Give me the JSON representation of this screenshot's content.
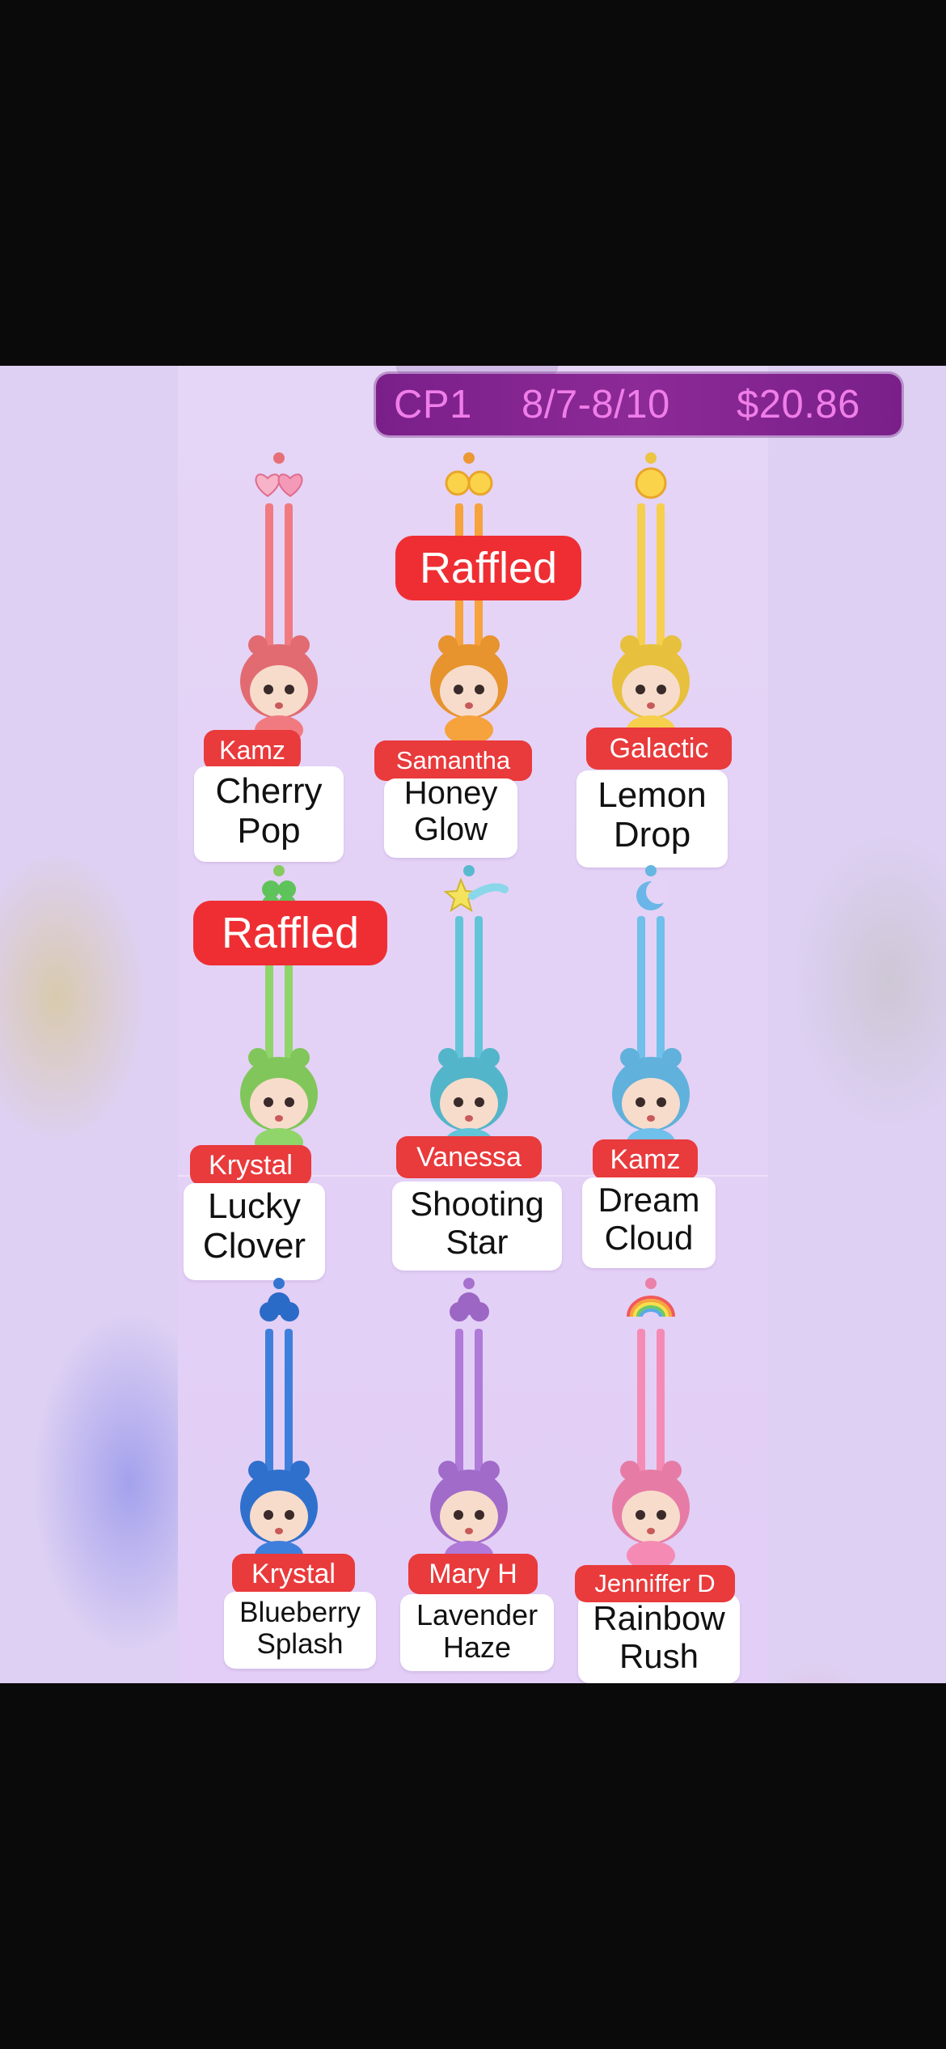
{
  "header": {
    "code": "CP1",
    "dates": "8/7-8/10",
    "price": "$20.86"
  },
  "stamp": "Raffled",
  "items": [
    {
      "line1": "Cherry",
      "line2": "Pop",
      "claimed_by": "Kamz",
      "raffled": false,
      "color": "#f07a80",
      "topper": "hearts"
    },
    {
      "line1": "Honey",
      "line2": "Glow",
      "claimed_by": "Samantha",
      "raffled": true,
      "color": "#f6a23d",
      "topper": "suns"
    },
    {
      "line1": "Lemon",
      "line2": "Drop",
      "claimed_by": "Galactic",
      "raffled": false,
      "color": "#f6cf4c",
      "topper": "sun"
    },
    {
      "line1": "Lucky",
      "line2": "Clover",
      "claimed_by": "Krystal",
      "raffled": true,
      "color": "#8fd56a",
      "topper": "clover"
    },
    {
      "line1": "Shooting",
      "line2": "Star",
      "claimed_by": "Vanessa",
      "raffled": false,
      "color": "#62c4d8",
      "topper": "star"
    },
    {
      "line1": "Dream",
      "line2": "Cloud",
      "claimed_by": "Kamz",
      "raffled": false,
      "color": "#6fc0ea",
      "topper": "moon"
    },
    {
      "line1": "Blueberry",
      "line2": "Splash",
      "claimed_by": "Krystal",
      "raffled": false,
      "color": "#3f7fdc",
      "topper": "cloud"
    },
    {
      "line1": "Lavender",
      "line2": "Haze",
      "claimed_by": "Mary H",
      "raffled": false,
      "color": "#b07ad8",
      "topper": "cloud"
    },
    {
      "line1": "Rainbow",
      "line2": "Rush",
      "claimed_by": "Jenniffer D",
      "raffled": false,
      "color": "#f58bb4",
      "topper": "rainbow"
    }
  ]
}
